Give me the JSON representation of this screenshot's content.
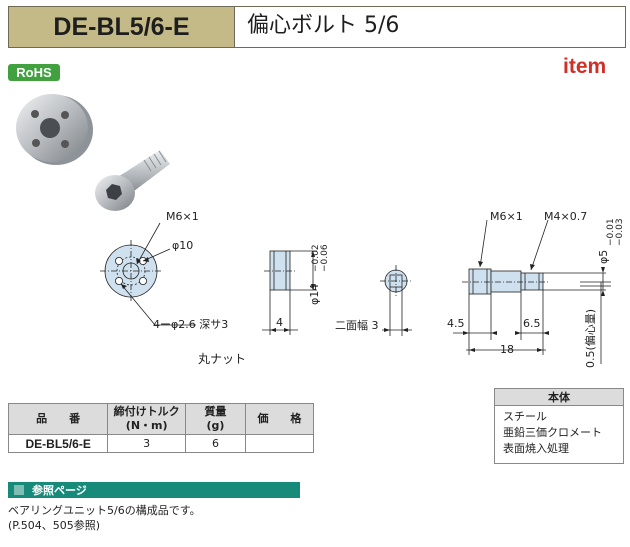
{
  "header": {
    "code": "DE-BL5/6-E",
    "title": "偏心ボルト 5/6"
  },
  "badges": {
    "rohs": "RoHS",
    "brand": "item"
  },
  "drawing": {
    "nut_label": "丸ナット",
    "callout_m6_left": "M6×1",
    "callout_phi10": "φ10",
    "callout_holes": "4ーφ2.6 深サ3",
    "dim_nut_thickness": "4",
    "dim_phi14": "φ14",
    "tol_phi14_upper": "−0.02",
    "tol_phi14_lower": "−0.06",
    "dim_across_flats": "二面幅 3",
    "callout_m6_right": "M6×1",
    "callout_m4": "M4×0.7",
    "dim_phi5": "φ5",
    "tol_phi5_upper": "−0.01",
    "tol_phi5_lower": "−0.03",
    "dim_4_5": "4.5",
    "dim_6_5": "6.5",
    "dim_18": "18",
    "dim_eccentric": "0.5(偏心量)"
  },
  "spec_table": {
    "headers": {
      "part_no": "品　　番",
      "torque_l1": "締付けトルク",
      "torque_l2": "(N・m)",
      "mass_l1": "質量",
      "mass_l2": "(g)",
      "price": "価　　格"
    },
    "rows": [
      {
        "part_no": "DE-BL5/6-E",
        "torque": "3",
        "mass": "6",
        "price": ""
      }
    ]
  },
  "body_box": {
    "header": "本体",
    "lines": [
      "スチール",
      "亜鉛三価クロメート",
      "表面焼入処理"
    ]
  },
  "reference": {
    "title": "参照ページ",
    "line1": "ベアリングユニット5/6の構成品です。",
    "line2": "(P.504、505参照)"
  },
  "colors": {
    "header_bg": "#c3ba87",
    "rohs_green": "#42a13f",
    "brand_red": "#d12e26",
    "ref_bar": "#178a7a",
    "part_fill": "#cfe1ef"
  }
}
